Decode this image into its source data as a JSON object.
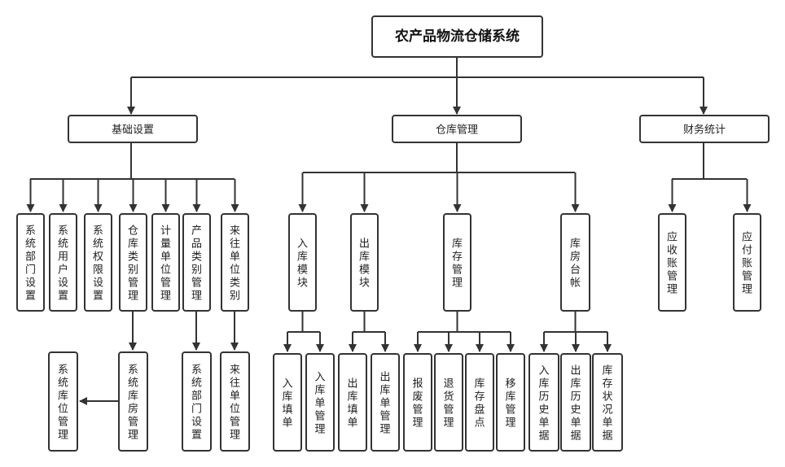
{
  "diagram": {
    "root": "农产品物流仓储系统",
    "sections": [
      {
        "label": "基础设置",
        "children": [
          "系统部门设置",
          "系统用户设置",
          "系统权限设置",
          "仓库类别管理",
          "计量单位管理",
          "产品类别管理",
          "来往单位类别"
        ],
        "sub": {
          "仓库类别管理": [
            "系统库房管理"
          ],
          "产品类别管理": [
            "系统部门设置"
          ],
          "来往单位类别": [
            "来往单位管理"
          ]
        },
        "side": {
          "from": "系统库房管理",
          "to": "系统库位管理"
        }
      },
      {
        "label": "仓库管理",
        "children": [
          "入库模块",
          "出库模块",
          "库存管理",
          "库房台帐"
        ],
        "sub": {
          "入库模块": [
            "入库填单",
            "入库单管理"
          ],
          "出库模块": [
            "出库填单",
            "出库单管理"
          ],
          "库存管理": [
            "报废管理",
            "退货管理",
            "库存盘点",
            "移库管理"
          ],
          "库房台帐": [
            "入库历史单据",
            "出库历史单据",
            "库存状况单据"
          ]
        }
      },
      {
        "label": "财务统计",
        "children": [
          "应收账管理",
          "应付账管理"
        ]
      }
    ]
  }
}
